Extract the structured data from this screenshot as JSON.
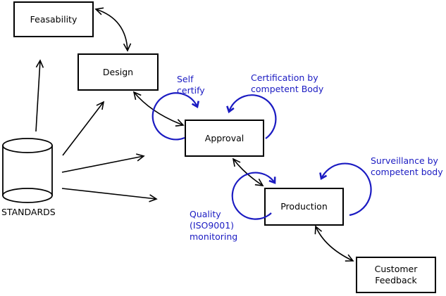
{
  "canvas": {
    "background": "#ffffff",
    "ink_color": "#000000",
    "accent_blue": "#1b1bc2"
  },
  "nodes": {
    "feasability": {
      "label": "Feasability"
    },
    "design": {
      "label": "Design"
    },
    "approval": {
      "label": "Approval"
    },
    "production": {
      "label": "Production"
    },
    "customer_feedback": {
      "label": "Customer\nFeedback"
    }
  },
  "datastore": {
    "label": "STANDARDS"
  },
  "annotations": {
    "self_certify": {
      "text": "Self\ncertify"
    },
    "certification": {
      "text": "Certification by\ncompetent Body"
    },
    "surveillance": {
      "text": "Surveillance by\ncompetent body"
    },
    "quality_monitoring": {
      "text": "Quality\n(ISO9001)\nmonitoring"
    }
  }
}
